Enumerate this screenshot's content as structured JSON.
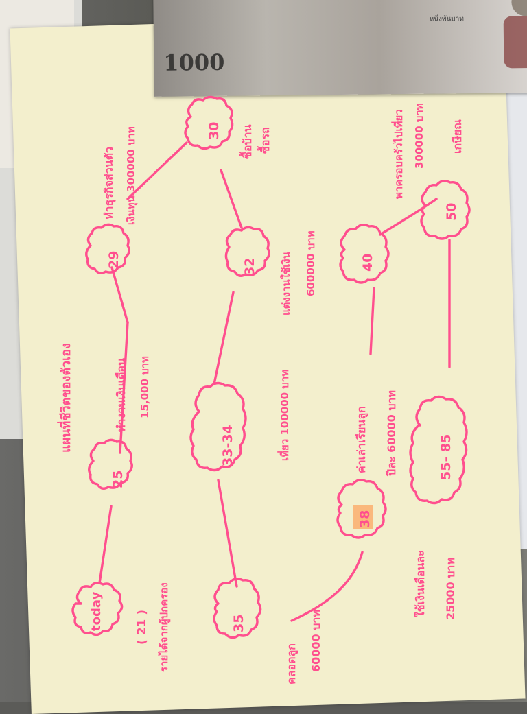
{
  "note": {
    "denomination": "1000",
    "label": "หนึ่งพันบาท"
  },
  "mind_map": {
    "title": "แผนที่ชีวิตของตัวเอง",
    "nodes": {
      "today": "today",
      "age25": "25",
      "age29": "29",
      "age30": "30",
      "age32": "32",
      "age33_34": "33-34",
      "age35": "35",
      "age38": "38",
      "age40": "40",
      "age50": "50",
      "age55_85": "55- 85"
    },
    "notes": {
      "today_age": "( 21 )",
      "today_desc": "รายได้จากผู้ปกครอง",
      "n25_line1": "ทำงานเงินเดือน",
      "n25_line2": "15,000 บาท",
      "n29_line1": "ทำธุรกิจส่วนตัว",
      "n29_line2": "เงินทุน 300000 บาท",
      "n30_line1": "ซื้อบ้าน",
      "n30_line2": "ซื้อรถ",
      "n32_line1": "แต่งงานใช้เงิน",
      "n32_line2": "600000 บาท",
      "n33_text": "เที่ยว 100000 บาท",
      "n35_line1": "คลอดลูก",
      "n35_line2": "60000 บาท",
      "n38_line1": "ค่าเล่าเรียนลูก",
      "n38_line2": "ปีละ 60000 บาท",
      "n40_line1": "พาครอบครัวไปเที่ยว",
      "n40_line2": "300000 บาท",
      "n50_text": "เกษียณ",
      "n55_line1": "ใช้เงินเดือนละ",
      "n55_line2": "25000 บาท"
    }
  }
}
